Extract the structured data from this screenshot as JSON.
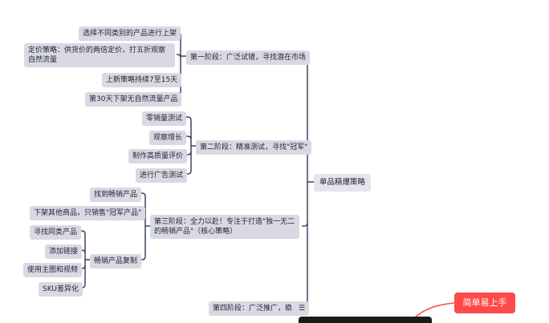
{
  "colors": {
    "connector": "#1f2a44",
    "node_bg": "#d9d9e3",
    "badge_bg": "#ff4a4a",
    "badge_curve": "#ff4a4a"
  },
  "root": {
    "label": "单品精爆策略"
  },
  "stages": [
    {
      "label": "第一阶段：广泛试错，寻找潜在市场",
      "children": [
        "选择不同类别的产品进行上架",
        "定价策略：供货价的两倍定价，打五折观察自然流量",
        "上新策略持续7至15天",
        "第30天下架无自然流量产品"
      ]
    },
    {
      "label": "第二阶段：精准测试，寻找\"冠军\"",
      "children": [
        "零销量测试",
        "观察增长",
        "制作高质量评价",
        "进行广告测试"
      ]
    },
    {
      "label": "第三阶段：全力以赴！专注于打造\"独一无二的畅销产品\"（核心策略）",
      "children": [
        {
          "label": "找到畅销产品"
        },
        {
          "label": "下架其他商品，只销售\"冠军产品\""
        },
        {
          "label": "畅销产品复制",
          "children": [
            "寻找同类产品",
            "添加链接",
            "使用主图和视频",
            "SKU差异化"
          ]
        }
      ]
    },
    {
      "label": "第四阶段：广泛推广，稳"
    }
  ],
  "stage4_extra_icon": "list-icon",
  "badge": {
    "label": "简单易上手"
  }
}
